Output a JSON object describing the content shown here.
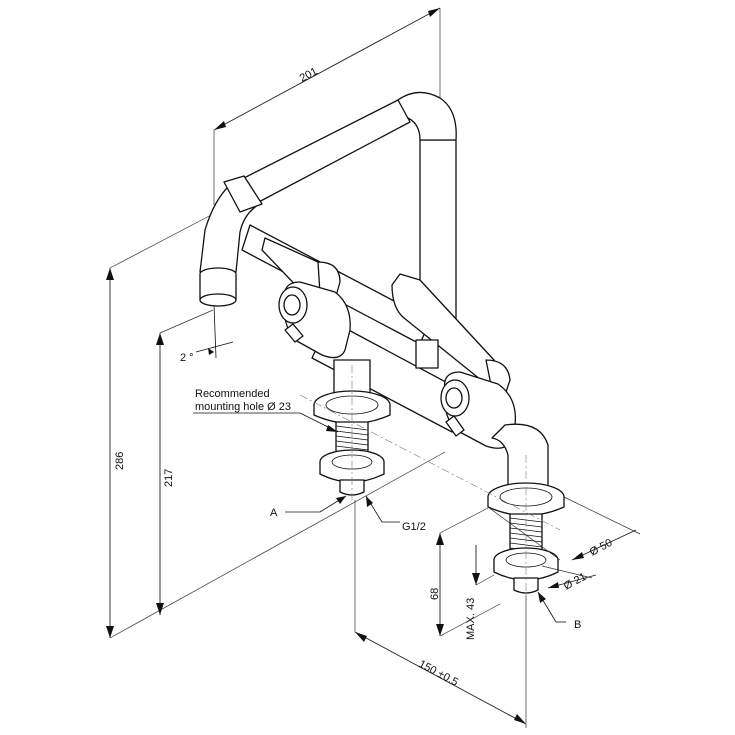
{
  "dimensions": {
    "width_201": "201",
    "height_286": "286",
    "height_217": "217",
    "angle_2": "2 °",
    "hole_note_line1": "Recommended",
    "hole_note_line2": "mounting hole Ø 23",
    "label_a": "A",
    "label_b": "B",
    "thread_g": "G1/2",
    "dia_50": "Ø 50",
    "dia_21": "Ø 21",
    "len_68": "68",
    "max_43": "MAX. 43",
    "spacing_150": "150 ±0.5"
  }
}
